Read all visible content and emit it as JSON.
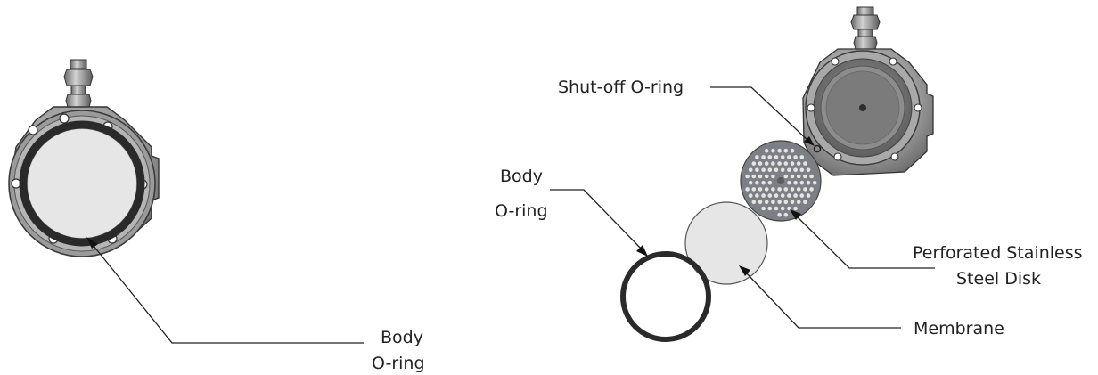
{
  "assembled_view": {
    "callout_body_oring": {
      "line1": "Body",
      "line2": "O-ring"
    }
  },
  "exploded_view": {
    "callout_shutoff_oring": "Shut-off O-ring",
    "callout_body_oring": {
      "line1": "Body",
      "line2": "O-ring"
    },
    "callout_perforated_disk": {
      "line1": "Perforated Stainless",
      "line2": "Steel Disk"
    },
    "callout_membrane": "Membrane"
  },
  "colors": {
    "housing_metal": "#8a8a8a",
    "housing_dark": "#3c3c3c",
    "oring": "#2a2a2a",
    "membrane": "#e6e6e6",
    "perforated_disk": "#7d7f86",
    "leader_line": "#222222"
  }
}
